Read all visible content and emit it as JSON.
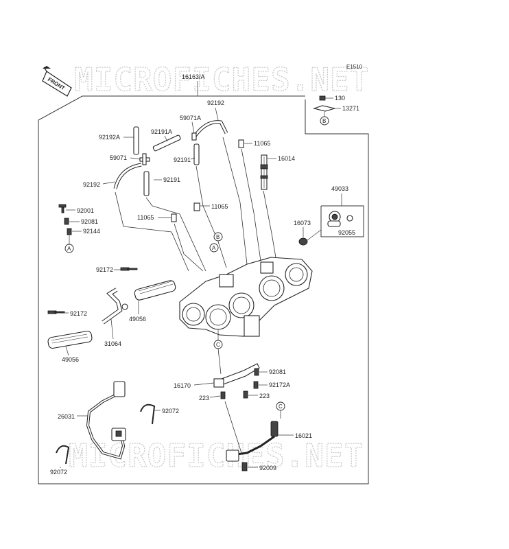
{
  "watermark": "MICROFICHES.NET",
  "diagram_code": "E1510",
  "front_label": "FRONT",
  "group_label": "16163/A",
  "callouts": {
    "A": "A",
    "B": "B",
    "C": "C"
  },
  "parts": {
    "p130": "130",
    "p13271": "13271",
    "p92192_top": "92192",
    "p59071A": "59071A",
    "p92192A": "92192A",
    "p92191A": "92191A",
    "p11065_top": "11065",
    "p59071": "59071",
    "p92191_a": "92191",
    "p16014": "16014",
    "p92192_left": "92192",
    "p92191_b": "92191",
    "p49033": "49033",
    "p92001": "92001",
    "p11065_mid": "11065",
    "p92081_left": "92081",
    "p11065_low": "11065",
    "p16073": "16073",
    "p92144": "92144",
    "p92055": "92055",
    "p92172_upper": "92172",
    "p92172_lower": "92172",
    "p49056_mid": "49056",
    "p31064": "31064",
    "p49056_low": "49056",
    "p92081_right": "92081",
    "p16170": "16170",
    "p92172A": "92172A",
    "p223_a": "223",
    "p223_b": "223",
    "p26031": "26031",
    "p92072_a": "92072",
    "p16021": "16021",
    "p92072_b": "92072",
    "p92009": "92009"
  }
}
